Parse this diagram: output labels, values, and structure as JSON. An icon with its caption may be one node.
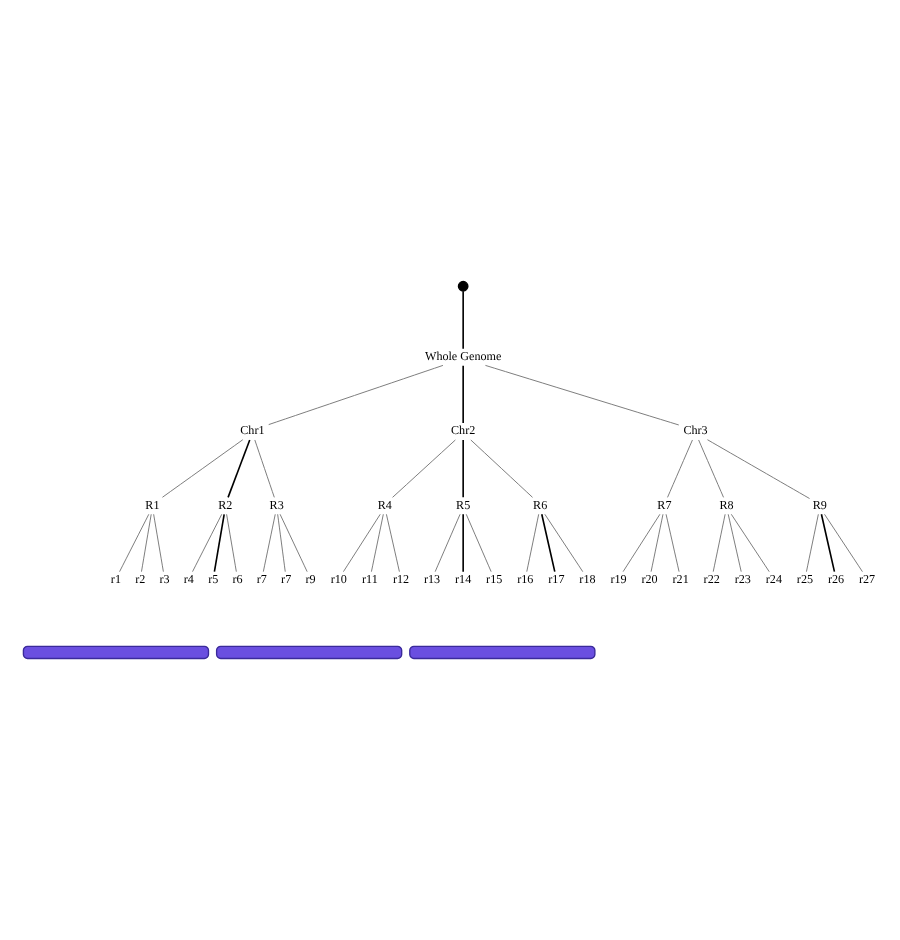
{
  "diagram": {
    "nodes": [
      {
        "text": [],
        "shape": "circle"
      },
      {
        "text": [
          "Whole Genome"
        ]
      },
      {
        "text": [
          "Chr1"
        ]
      },
      {
        "text": [
          "Chr2"
        ]
      },
      {
        "text": [
          "Chr3"
        ]
      },
      {
        "text": [
          "R1"
        ]
      },
      {
        "text": [
          "R2"
        ]
      },
      {
        "text": [
          "R3"
        ]
      },
      {
        "text": [
          "R4"
        ]
      },
      {
        "text": [
          "R5"
        ]
      },
      {
        "text": [
          "R6"
        ]
      },
      {
        "text": [
          "R7"
        ]
      },
      {
        "text": [
          "R8"
        ]
      },
      {
        "text": [
          "R9"
        ]
      },
      {
        "text": [
          "r1"
        ]
      },
      {
        "text": [
          "r2"
        ]
      },
      {
        "text": [
          "r3"
        ]
      },
      {
        "text": [
          "r4"
        ]
      },
      {
        "text": [
          "r5"
        ]
      },
      {
        "text": [
          "r6"
        ]
      },
      {
        "text": [
          "r7"
        ]
      },
      {
        "text": [
          "r7"
        ]
      },
      {
        "text": [
          "r9"
        ]
      },
      {
        "text": [
          "r10"
        ]
      },
      {
        "text": [
          "r11"
        ]
      },
      {
        "text": [
          "r12"
        ]
      },
      {
        "text": [
          "r13"
        ]
      },
      {
        "text": [
          "r14"
        ]
      },
      {
        "text": [
          "r15"
        ]
      },
      {
        "text": [
          "r16"
        ]
      },
      {
        "text": [
          "r17"
        ]
      },
      {
        "text": [
          "r18"
        ]
      },
      {
        "text": [
          "r19"
        ]
      },
      {
        "text": [
          "r20"
        ]
      },
      {
        "text": [
          "r21"
        ]
      },
      {
        "text": [
          "r22"
        ]
      },
      {
        "text": [
          "r23"
        ]
      },
      {
        "text": [
          "r24"
        ]
      },
      {
        "text": [
          "r25"
        ]
      },
      {
        "text": [
          "r26"
        ]
      },
      {
        "text": [
          "r27"
        ]
      },
      {
        "text": [],
        "shape": "bar"
      },
      {
        "text": [],
        "shape": "bar"
      },
      {
        "text": [],
        "shape": "bar"
      }
    ],
    "edges": [
      {
        "from": 0,
        "to": 1,
        "arrow": "none",
        "color": "#000000"
      },
      {
        "from": 1,
        "to": 2,
        "arrow": "none"
      },
      {
        "from": 1,
        "to": 3,
        "arrow": "none",
        "color": "#000000"
      },
      {
        "from": 1,
        "to": 4,
        "arrow": "none"
      },
      {
        "from": 2,
        "to": 5,
        "arrow": "none"
      },
      {
        "from": 2,
        "to": 6,
        "arrow": "none",
        "color": "#000000"
      },
      {
        "from": 2,
        "to": 7,
        "arrow": "none"
      },
      {
        "from": 3,
        "to": 8,
        "arrow": "none"
      },
      {
        "from": 3,
        "to": 9,
        "arrow": "none",
        "color": "#000000"
      },
      {
        "from": 3,
        "to": 10,
        "arrow": "none"
      },
      {
        "from": 4,
        "to": 11,
        "arrow": "none"
      },
      {
        "from": 4,
        "to": 12,
        "arrow": "none"
      },
      {
        "from": 4,
        "to": 13,
        "arrow": "none"
      },
      {
        "from": 5,
        "to": 14,
        "arrow": "none"
      },
      {
        "from": 5,
        "to": 15,
        "arrow": "none"
      },
      {
        "from": 5,
        "to": 16,
        "arrow": "none"
      },
      {
        "from": 6,
        "to": 17,
        "arrow": "none"
      },
      {
        "from": 6,
        "to": 18,
        "arrow": "none",
        "color": "#000000"
      },
      {
        "from": 6,
        "to": 19,
        "arrow": "none"
      },
      {
        "from": 7,
        "to": 20,
        "arrow": "none"
      },
      {
        "from": 7,
        "to": 21,
        "arrow": "none"
      },
      {
        "from": 7,
        "to": 22,
        "arrow": "none"
      },
      {
        "from": 8,
        "to": 23,
        "arrow": "none"
      },
      {
        "from": 8,
        "to": 24,
        "arrow": "none"
      },
      {
        "from": 8,
        "to": 25,
        "arrow": "none"
      },
      {
        "from": 9,
        "to": 26,
        "arrow": "none"
      },
      {
        "from": 9,
        "to": 27,
        "arrow": "none",
        "color": "#000000"
      },
      {
        "from": 9,
        "to": 28,
        "arrow": "none"
      },
      {
        "from": 10,
        "to": 29,
        "arrow": "none"
      },
      {
        "from": 10,
        "to": 30,
        "arrow": "none",
        "color": "#000000"
      },
      {
        "from": 10,
        "to": 31,
        "arrow": "none"
      },
      {
        "from": 11,
        "to": 32,
        "arrow": "none"
      },
      {
        "from": 11,
        "to": 33,
        "arrow": "none"
      },
      {
        "from": 11,
        "to": 34,
        "arrow": "none"
      },
      {
        "from": 12,
        "to": 35,
        "arrow": "none"
      },
      {
        "from": 12,
        "to": 36,
        "arrow": "none"
      },
      {
        "from": 12,
        "to": 37,
        "arrow": "none"
      },
      {
        "from": 13,
        "to": 38,
        "arrow": "none"
      },
      {
        "from": 13,
        "to": 39,
        "arrow": "none",
        "color": "#000000"
      },
      {
        "from": 13,
        "to": 40,
        "arrow": "none"
      }
    ]
  }
}
